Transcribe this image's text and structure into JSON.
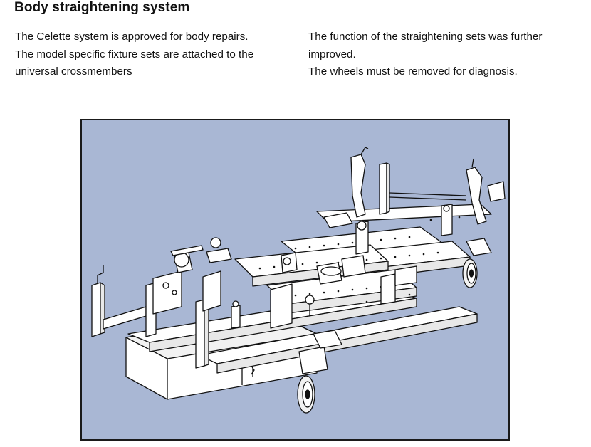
{
  "page": {
    "title": "Body straightening system"
  },
  "text": {
    "left_col_line1": "The Celette system is approved for body repairs.",
    "left_col_line2": "The model specific fixture sets are attached to the universal crossmembers",
    "right_col_line1": "The function of the straightening sets was further improved.",
    "right_col_line2": "The wheels must be removed for diagnosis."
  },
  "figure": {
    "background_color": "#a9b7d4",
    "outline_color": "#1a1a1a"
  }
}
